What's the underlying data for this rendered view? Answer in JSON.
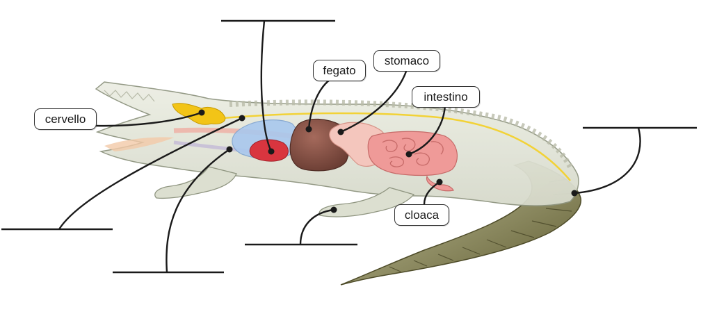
{
  "diagram": {
    "labels": {
      "cervello": "cervello",
      "fegato": "fegato",
      "stomaco": "stomaco",
      "intestino": "intestino",
      "cloaca": "cloaca"
    },
    "colors": {
      "body_outline": "#8f9580",
      "body_fill": "#e4e6da",
      "scales": "#c9ccbb",
      "tail_dark": "#6b6a3c",
      "brain": "#f2c417",
      "spinal_cord": "#f2d236",
      "lungs": "#a9c8ee",
      "heart": "#d9353f",
      "liver": "#7b4a3e",
      "stomach": "#f4c6bd",
      "intestine": "#ef9a98",
      "leader_line": "#1a1a1a"
    }
  }
}
